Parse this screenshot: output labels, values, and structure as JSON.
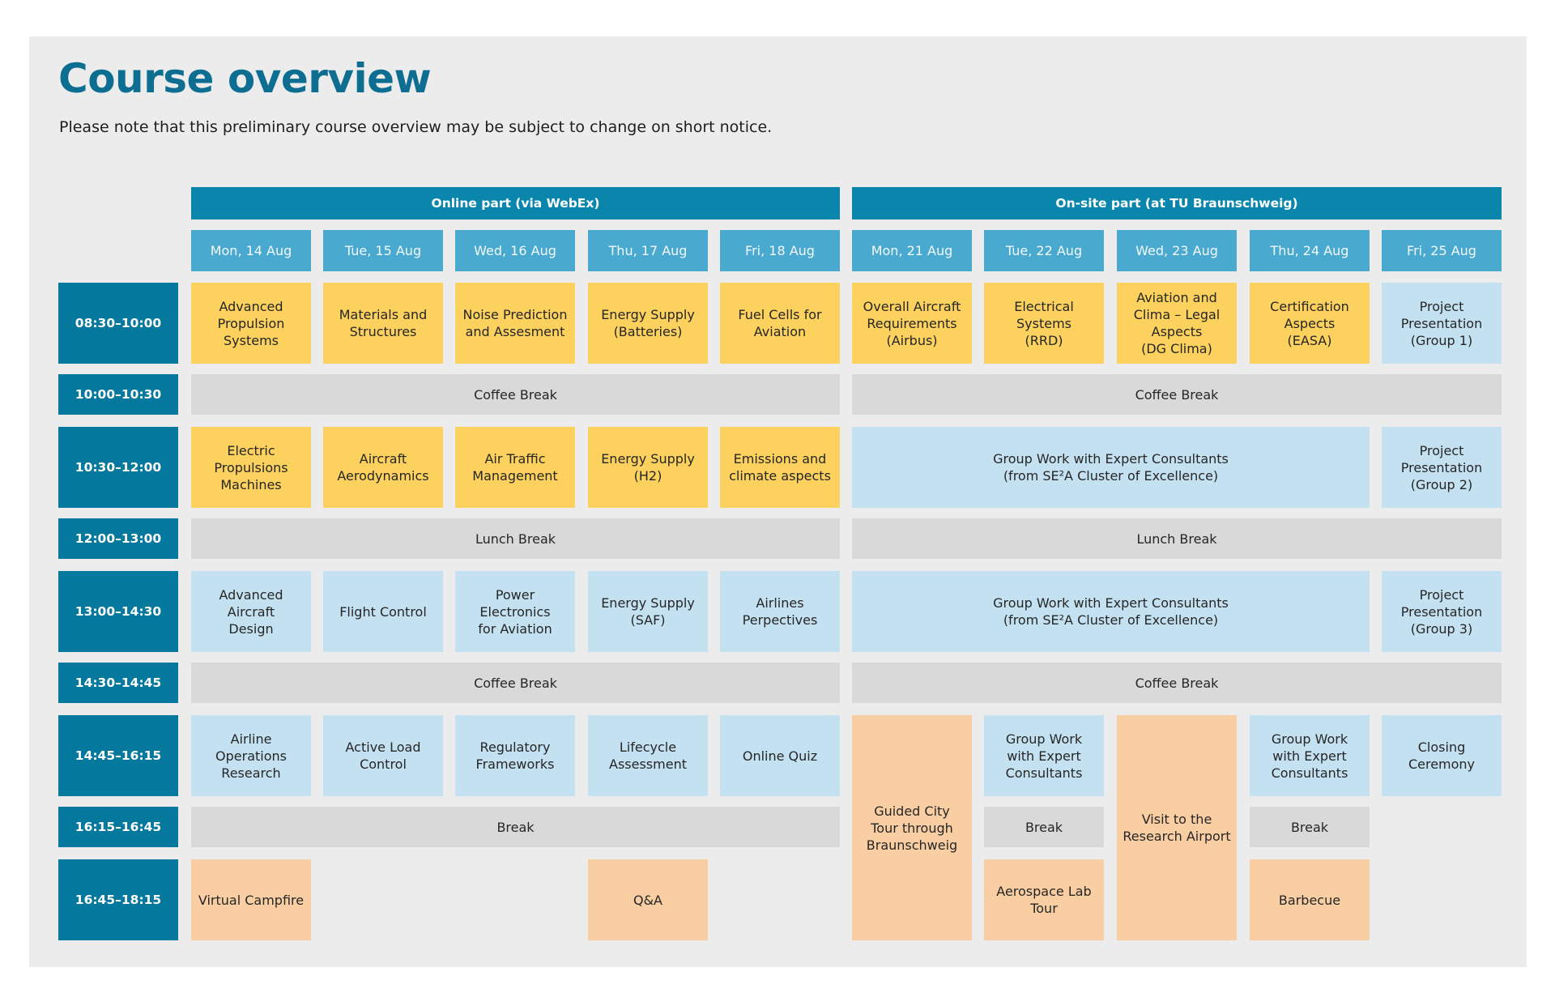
{
  "title": "Course overview",
  "subtitle": "Please note that this preliminary course overview may be subject to change on short notice.",
  "sections": {
    "online": "Online part (via WebEx)",
    "onsite": "On-site part (at TU Braunschweig)"
  },
  "days": [
    "Mon, 14 Aug",
    "Tue, 15 Aug",
    "Wed, 16 Aug",
    "Thu, 17 Aug",
    "Fri, 18 Aug",
    "Mon, 21 Aug",
    "Tue, 22 Aug",
    "Wed, 23 Aug",
    "Thu, 24 Aug",
    "Fri, 25 Aug"
  ],
  "times": [
    "08:30–10:00",
    "10:00–10:30",
    "10:30–12:00",
    "12:00–13:00",
    "13:00–14:30",
    "14:30–14:45",
    "14:45–16:15",
    "16:15–16:45",
    "16:45–18:15"
  ],
  "colors": {
    "section_header": "#0a86ac",
    "day_header": "#49a9ce",
    "time_slot": "#05789d",
    "lecture": "#fcd15d",
    "activity": "#c4e1f1",
    "break": "#d9d9d9",
    "social": "#f9cea3",
    "title": "#0e6e91"
  },
  "sessions": [
    {
      "text": "Advanced\nPropulsion\nSystems",
      "kind": "yellow",
      "col": 0,
      "row": 0
    },
    {
      "text": "Materials and\nStructures",
      "kind": "yellow",
      "col": 1,
      "row": 0
    },
    {
      "text": "Noise Prediction\nand Assesment",
      "kind": "yellow",
      "col": 2,
      "row": 0
    },
    {
      "text": "Energy Supply\n(Batteries)",
      "kind": "yellow",
      "col": 3,
      "row": 0
    },
    {
      "text": "Fuel Cells for\nAviation",
      "kind": "yellow",
      "col": 4,
      "row": 0
    },
    {
      "text": "Overall Aircraft\nRequirements\n(Airbus)",
      "kind": "yellow",
      "col": 5,
      "row": 0
    },
    {
      "text": "Electrical Systems\n(RRD)",
      "kind": "yellow",
      "col": 6,
      "row": 0
    },
    {
      "text": "Aviation and\nClima – Legal\nAspects\n(DG Clima)",
      "kind": "yellow",
      "col": 7,
      "row": 0
    },
    {
      "text": "Certification\nAspects\n(EASA)",
      "kind": "yellow",
      "col": 8,
      "row": 0
    },
    {
      "text": "Project\nPresentation\n(Group 1)",
      "kind": "blue",
      "col": 9,
      "row": 0
    },
    {
      "text": "Coffee Break",
      "kind": "grey",
      "col": 0,
      "span": 5,
      "row": 1
    },
    {
      "text": "Coffee Break",
      "kind": "grey",
      "col": 5,
      "span": 5,
      "row": 1
    },
    {
      "text": "Electric\nPropulsions\nMachines",
      "kind": "yellow",
      "col": 0,
      "row": 2
    },
    {
      "text": "Aircraft\nAerodynamics",
      "kind": "yellow",
      "col": 1,
      "row": 2
    },
    {
      "text": "Air Traffic\nManagement",
      "kind": "yellow",
      "col": 2,
      "row": 2
    },
    {
      "text": "Energy Supply\n(H2)",
      "kind": "yellow",
      "col": 3,
      "row": 2
    },
    {
      "text": "Emissions and\nclimate aspects",
      "kind": "yellow",
      "col": 4,
      "row": 2
    },
    {
      "text": "Group Work with Expert Consultants\n(from SE²A Cluster of Excellence)",
      "kind": "blue",
      "col": 5,
      "span": 4,
      "row": 2
    },
    {
      "text": "Project\nPresentation\n(Group 2)",
      "kind": "blue",
      "col": 9,
      "row": 2
    },
    {
      "text": "Lunch Break",
      "kind": "grey",
      "col": 0,
      "span": 5,
      "row": 3
    },
    {
      "text": "Lunch Break",
      "kind": "grey",
      "col": 5,
      "span": 5,
      "row": 3
    },
    {
      "text": "Advanced Aircraft\nDesign",
      "kind": "blue",
      "col": 0,
      "row": 4
    },
    {
      "text": "Flight Control",
      "kind": "blue",
      "col": 1,
      "row": 4
    },
    {
      "text": "Power Electronics\nfor Aviation",
      "kind": "blue",
      "col": 2,
      "row": 4
    },
    {
      "text": "Energy Supply\n(SAF)",
      "kind": "blue",
      "col": 3,
      "row": 4
    },
    {
      "text": "Airlines\nPerpectives",
      "kind": "blue",
      "col": 4,
      "row": 4
    },
    {
      "text": "Group Work with Expert Consultants\n(from SE²A Cluster of Excellence)",
      "kind": "blue",
      "col": 5,
      "span": 4,
      "row": 4
    },
    {
      "text": "Project\nPresentation\n(Group 3)",
      "kind": "blue",
      "col": 9,
      "row": 4
    },
    {
      "text": "Coffee Break",
      "kind": "grey",
      "col": 0,
      "span": 5,
      "row": 5
    },
    {
      "text": "Coffee Break",
      "kind": "grey",
      "col": 5,
      "span": 5,
      "row": 5
    },
    {
      "text": "Airline Operations\nResearch",
      "kind": "blue",
      "col": 0,
      "row": 6
    },
    {
      "text": "Active Load\nControl",
      "kind": "blue",
      "col": 1,
      "row": 6
    },
    {
      "text": "Regulatory\nFrameworks",
      "kind": "blue",
      "col": 2,
      "row": 6
    },
    {
      "text": "Lifecycle\nAssessment",
      "kind": "blue",
      "col": 3,
      "row": 6
    },
    {
      "text": "Online Quiz",
      "kind": "blue",
      "col": 4,
      "row": 6
    },
    {
      "text": "Guided City\nTour through\nBraunschweig",
      "kind": "peach",
      "col": 5,
      "row": 6,
      "rowspan": 3
    },
    {
      "text": "Group Work\nwith Expert\nConsultants",
      "kind": "blue",
      "col": 6,
      "row": 6
    },
    {
      "text": "Visit to the\nResearch Airport",
      "kind": "peach",
      "col": 7,
      "row": 6,
      "rowspan": 3
    },
    {
      "text": "Group Work\nwith Expert\nConsultants",
      "kind": "blue",
      "col": 8,
      "row": 6
    },
    {
      "text": "Closing Ceremony",
      "kind": "blue",
      "col": 9,
      "row": 6
    },
    {
      "text": "Break",
      "kind": "grey",
      "col": 0,
      "span": 5,
      "row": 7
    },
    {
      "text": "Break",
      "kind": "grey",
      "col": 6,
      "row": 7
    },
    {
      "text": "Break",
      "kind": "grey",
      "col": 8,
      "row": 7
    },
    {
      "text": "Virtual Campfire",
      "kind": "peach",
      "col": 0,
      "row": 8
    },
    {
      "text": "Q&A",
      "kind": "peach",
      "col": 3,
      "row": 8
    },
    {
      "text": "Aerospace Lab\nTour",
      "kind": "peach",
      "col": 6,
      "row": 8
    },
    {
      "text": "Barbecue",
      "kind": "peach",
      "col": 8,
      "row": 8
    }
  ]
}
